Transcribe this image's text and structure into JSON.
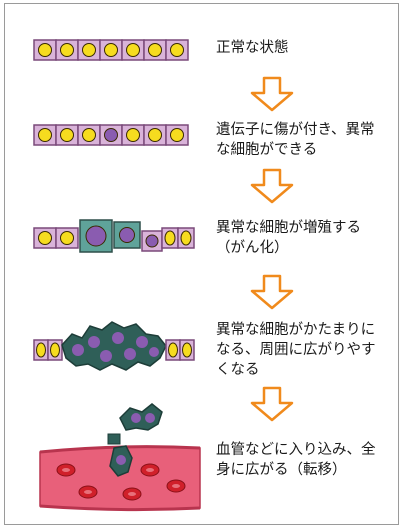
{
  "stages": [
    {
      "text": "正常な状態"
    },
    {
      "text": "遺伝子に傷が付き、異常\nな細胞ができる"
    },
    {
      "text": "異常な細胞が増殖する\n（がん化）"
    },
    {
      "text": "異常な細胞がかたまりに\nなる、周囲に広がりやす\nくなる"
    },
    {
      "text": "血管などに入り込み、全\n身に広がる（転移）"
    }
  ],
  "colors": {
    "cell_fill": "#d9b3d9",
    "cell_stroke": "#7a4a7a",
    "normal_nucleus": "#f6dc1f",
    "nucleus_stroke": "#3a2a00",
    "abnormal_nucleus": "#8a5cb0",
    "cancer_cell_fill": "#5fa39a",
    "cancer_cluster": "#2f5f58",
    "arrow_stroke": "#f08a1c",
    "vessel": "#e8607a",
    "vessel_edge": "#b8344e",
    "rbc": "#d0202a"
  }
}
